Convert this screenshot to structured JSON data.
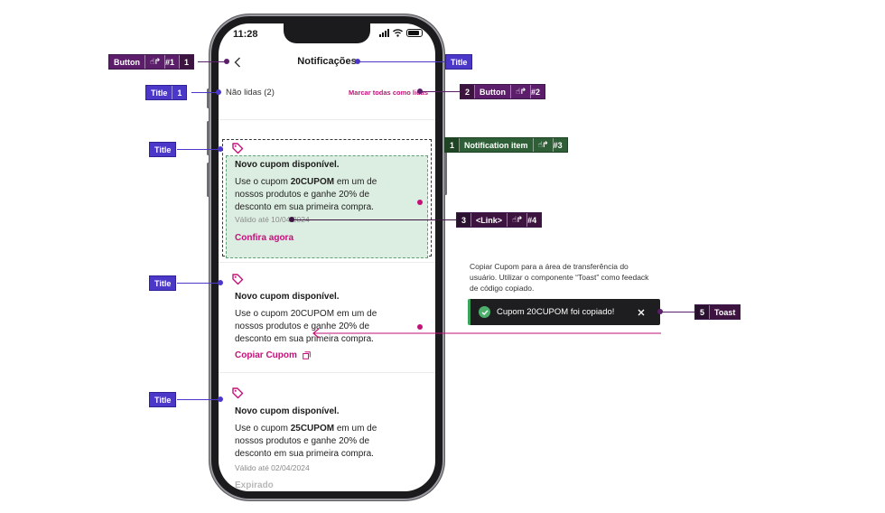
{
  "status_bar": {
    "time": "11:28"
  },
  "header": {
    "title": "Notificações"
  },
  "subheader": {
    "unread_label": "Não lidas (2)",
    "mark_all_label": "Marcar todas como lidas"
  },
  "notifications": [
    {
      "title": "Novo cupom disponível.",
      "body_pre": "Use o cupom ",
      "body_code": "20CUPOM",
      "body_post": " em um de nossos produtos e ganhe 20% de desconto em sua primeira compra.",
      "date": "Válido até 10/04/2024",
      "link": "Confira agora"
    },
    {
      "title": "Novo cupom disponível.",
      "body": "Use o cupom 20CUPOM em um de nossos produtos e ganhe 20% de desconto em sua primeira compra.",
      "link": "Copiar Cupom"
    },
    {
      "title": "Novo cupom disponível.",
      "body_pre": "Use o cupom ",
      "body_code": "25CUPOM",
      "body_post": " em um de nossos produtos e ganhe 20% de desconto em sua primeira compra.",
      "date": "Válido até 02/04/2024",
      "status": "Expirado"
    }
  ],
  "annotations": {
    "back": {
      "type": "Button",
      "ref": "#1",
      "num": "1"
    },
    "title": {
      "type": "Title"
    },
    "unread": {
      "type": "Title",
      "num": "1"
    },
    "mark_all": {
      "num": "2",
      "type": "Button",
      "ref": "#2"
    },
    "notif_item": {
      "num": "1",
      "type": "Notification item",
      "ref": "#3"
    },
    "link": {
      "num": "3",
      "type": "<Link>",
      "ref": "#4"
    },
    "n1_title": {
      "type": "Title"
    },
    "n2_title": {
      "type": "Title"
    },
    "n3_title": {
      "type": "Title"
    },
    "toast": {
      "num": "5",
      "type": "Toast"
    }
  },
  "note": "Copiar Cupom para a área de transferência do usuário. Utilizar o componente “Toast” como feedack de código copiado.",
  "toast": {
    "message": "Cupom 20CUPOM foi copiado!"
  },
  "colors": {
    "accent": "#c2127a",
    "annotation_purple": "#5c1d6b",
    "annotation_violet": "#4b38c8",
    "annotation_green": "#2f5f36",
    "success": "#4caf6b"
  }
}
